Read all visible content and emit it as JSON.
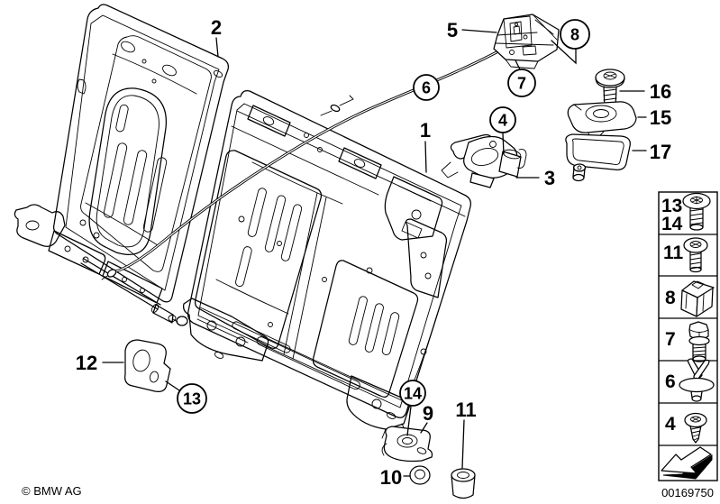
{
  "page": {
    "background": "#ffffff",
    "line_color": "#000000"
  },
  "footer": {
    "copyright": "© BMW AG",
    "doc_number": "00169750"
  },
  "callouts": {
    "item_1": "1",
    "item_2": "2",
    "item_3": "3",
    "item_5": "5",
    "item_9": "9",
    "item_10": "10",
    "item_11": "11",
    "item_12": "12",
    "item_15": "15",
    "item_16": "16",
    "item_17": "17",
    "balloon_4": "4",
    "balloon_6": "6",
    "balloon_7": "7",
    "balloon_8": "8",
    "balloon_13": "13",
    "balloon_14": "14"
  },
  "legend": {
    "rows": [
      {
        "labels": [
          "13",
          "14"
        ],
        "icon": "torx-pan-head-screw"
      },
      {
        "labels": [
          "11"
        ],
        "icon": "torx-pan-head-screw-short"
      },
      {
        "labels": [
          "8"
        ],
        "icon": "expanding-nut"
      },
      {
        "labels": [
          "7"
        ],
        "icon": "hex-flange-bolt"
      },
      {
        "labels": [
          "6"
        ],
        "icon": "expanding-rivet"
      },
      {
        "labels": [
          "4"
        ],
        "icon": "self-tapping-screw"
      },
      {
        "labels": [],
        "icon": "installation-direction-arrow"
      }
    ]
  }
}
